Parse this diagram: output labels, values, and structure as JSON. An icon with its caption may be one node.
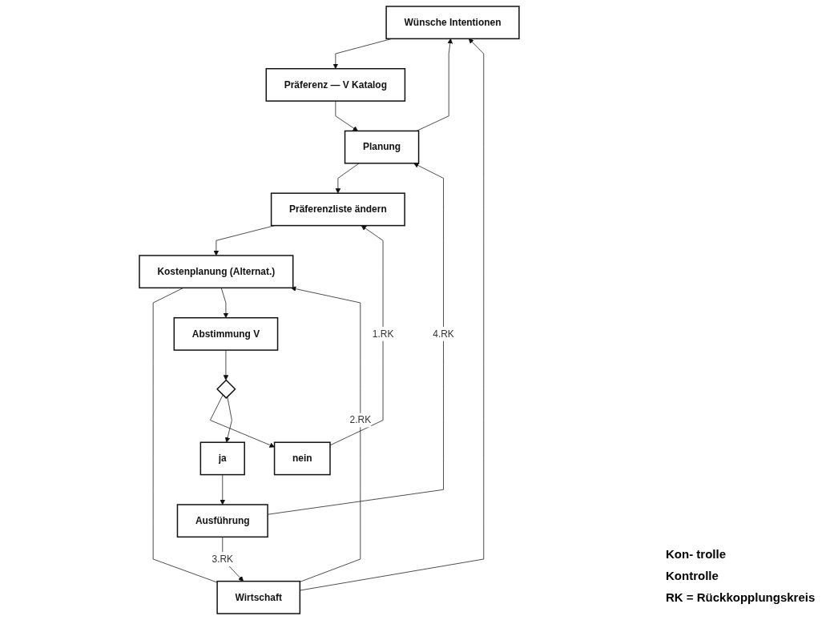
{
  "diagram": {
    "nodes": [
      {
        "text": [
          "Wünsche Intentionen"
        ]
      },
      {
        "text": [
          "Präferenz — V Katalog"
        ]
      },
      {
        "text": [
          "Planung"
        ]
      },
      {
        "text": [
          "Präferenzliste ändern"
        ]
      },
      {
        "text": [
          "Kostenplanung (Alternat.)"
        ]
      },
      {
        "text": [
          "Wirtschaft"
        ]
      },
      {
        "text": [
          "Abstimmung V"
        ]
      },
      {
        "text": [],
        "shape": "diamond"
      },
      {
        "text": [
          "nein"
        ]
      },
      {
        "text": [
          "ja"
        ]
      },
      {
        "text": [
          "Ausführung"
        ]
      }
    ],
    "edges": [
      {
        "from": 0,
        "to": 1,
        "arrow": "to"
      },
      {
        "from": 1,
        "to": 2,
        "arrow": "to"
      },
      {
        "from": 2,
        "to": 0,
        "arrow": "to"
      },
      {
        "from": 5,
        "to": 0,
        "arrow": "to"
      },
      {
        "from": 2,
        "to": 3,
        "arrow": "to"
      },
      {
        "from": 3,
        "to": 4,
        "arrow": "to"
      },
      {
        "from": 4,
        "to": 5,
        "arrow": "none"
      },
      {
        "from": 5,
        "to": 4,
        "arrow": "to",
        "label": "2.RK"
      },
      {
        "from": 4,
        "to": 6,
        "arrow": "to"
      },
      {
        "from": 6,
        "to": 7,
        "arrow": "to"
      },
      {
        "from": 7,
        "to": 8,
        "arrow": "to"
      },
      {
        "from": 7,
        "to": 9,
        "arrow": "to"
      },
      {
        "from": 8,
        "to": 3,
        "arrow": "to",
        "label": "1.RK"
      },
      {
        "from": 9,
        "to": 10,
        "arrow": "to"
      },
      {
        "from": 10,
        "to": 5,
        "arrow": "to",
        "label": "3.RK"
      },
      {
        "from": 10,
        "to": 2,
        "arrow": "to",
        "label": "4.RK"
      }
    ],
    "labels": [
      "Kon- trolle",
      "Kontrolle",
      "RK = Rückkopplungskreis"
    ]
  }
}
